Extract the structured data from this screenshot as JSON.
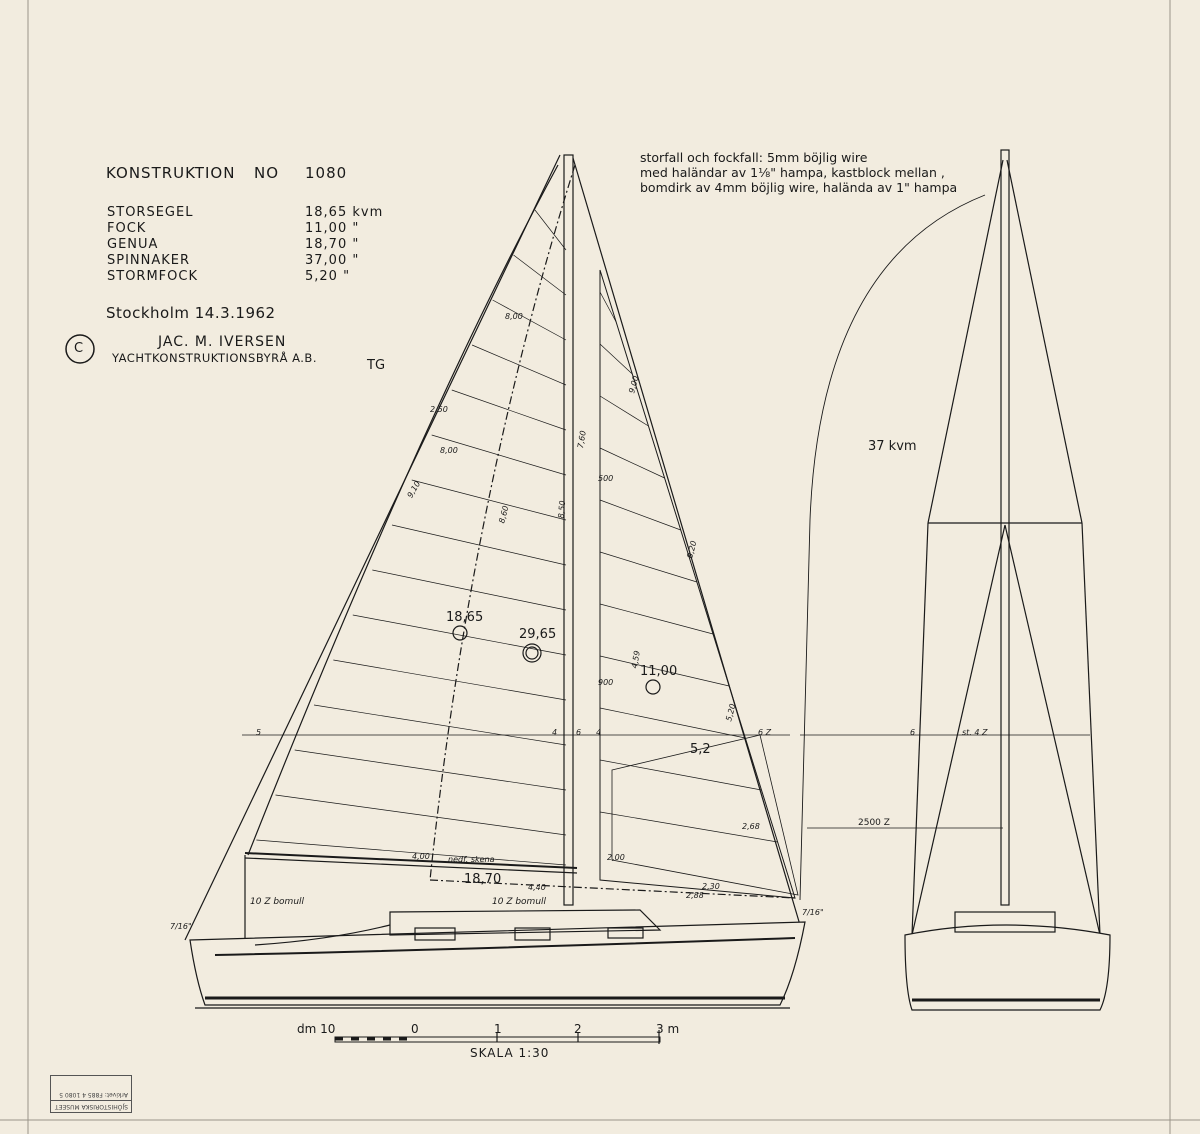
{
  "header": {
    "title": "KONSTRUKTION",
    "no_label": "NO",
    "number": "1080"
  },
  "sails": [
    {
      "name": "STORSEGEL",
      "area": "18,65 kvm"
    },
    {
      "name": "FOCK",
      "area": "11,00 \""
    },
    {
      "name": "GENUA",
      "area": "18,70 \""
    },
    {
      "name": "SPINNAKER",
      "area": "37,00 \""
    },
    {
      "name": "STORMFOCK",
      "area": "5,20 \""
    }
  ],
  "place_date": "Stockholm 14.3.1962",
  "copyright_symbol": "C",
  "designer": "JAC. M. IVERSEN",
  "company": "YACHTKONSTRUKTIONSBYRÅ A.B.",
  "initials": "TG",
  "rigging_note": [
    "storfall och fockfall: 5mm böjlig wire",
    "med haländar av 1⅛\" hampa, kastblock mellan ,",
    "bomdirk av 4mm böjlig wire, halända av 1\" hampa"
  ],
  "area_labels": {
    "main": "18,65",
    "center": "29,65",
    "jib": "11,00",
    "storm": "5,2",
    "genua": "18,70",
    "spinnaker": "37 kvm"
  },
  "dims": {
    "d1": "8,00",
    "d2": "2,50",
    "d3": "8,00",
    "d4": "9,10",
    "d5": "8,60",
    "d6": "8,50",
    "d7": "7,60",
    "d8": "500",
    "d9": "9,00",
    "d10": "8,20",
    "d11": "4,59",
    "d12": "900",
    "d13": "5,20",
    "d14": "2,68",
    "d15": "2,00",
    "d16": "2,30",
    "d17": "2,88",
    "d18": "4,00",
    "d19": "nedf. skena",
    "d20": "4,40",
    "d21": "10 Z bomull",
    "d22": "10 Z bomull",
    "d23": "5",
    "d24": "4",
    "d25": "6",
    "d26": "4",
    "d27": "6 Z",
    "d28": "6",
    "d29": "st. 4 Z",
    "d30": "2500 Z",
    "d31": "7/16\"",
    "d32": "7/16\""
  },
  "scale": {
    "unit_left": "dm 10",
    "ticks": [
      "0",
      "1",
      "2",
      "3 m"
    ],
    "label": "SKALA 1:30"
  },
  "stamp": {
    "line1": "SJÖHISTORISKA MUSEET",
    "line2": "Arkivet: F885 4 1080 5"
  }
}
